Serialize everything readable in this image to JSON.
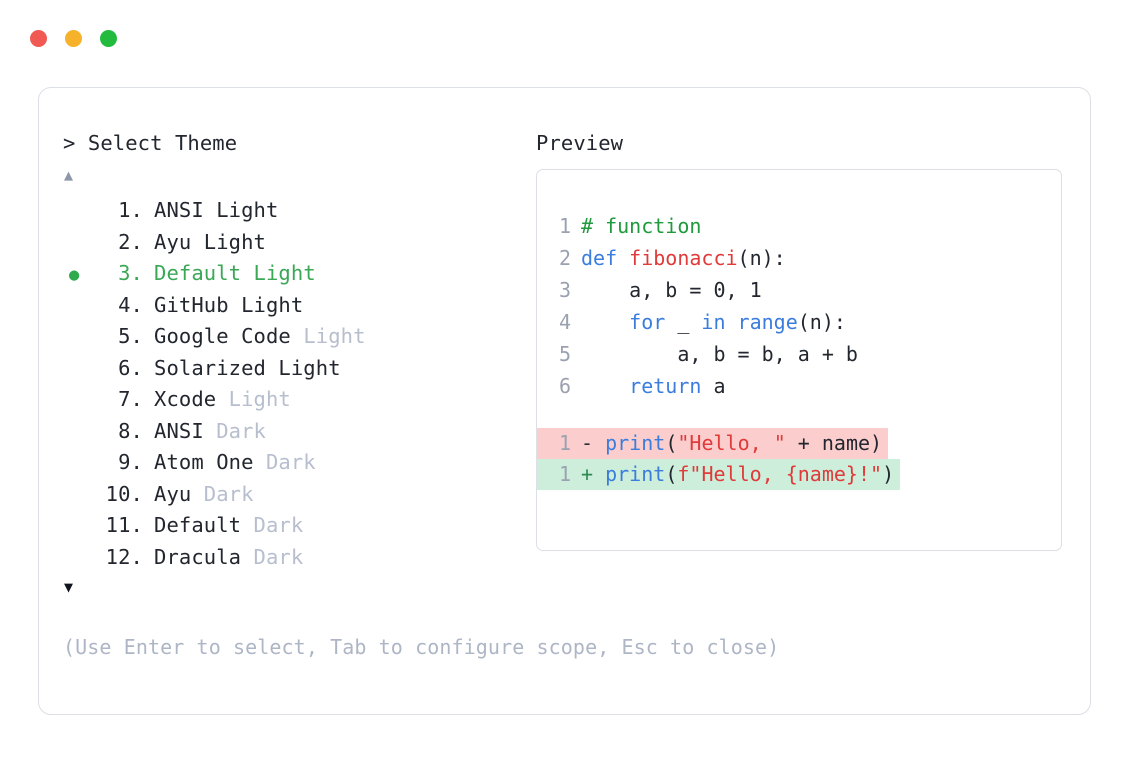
{
  "window": {
    "dots": [
      {
        "name": "close-button",
        "color": "#f05a52"
      },
      {
        "name": "minimize-button",
        "color": "#f5b22a"
      },
      {
        "name": "maximize-button",
        "color": "#22bb3d"
      }
    ]
  },
  "left_pane": {
    "header": "> Select Theme",
    "scroll_up": "▲",
    "scroll_down": "▼",
    "selected_index": 3,
    "bullet": "●",
    "items": [
      {
        "num": "1.",
        "name": "ANSI",
        "suffix": "Light",
        "suffix_dim": false,
        "selected": false
      },
      {
        "num": "2.",
        "name": "Ayu",
        "suffix": "Light",
        "suffix_dim": false,
        "selected": false
      },
      {
        "num": "3.",
        "name": "Default",
        "suffix": "Light",
        "suffix_dim": false,
        "selected": true
      },
      {
        "num": "4.",
        "name": "GitHub",
        "suffix": "Light",
        "suffix_dim": false,
        "selected": false
      },
      {
        "num": "5.",
        "name": "Google Code",
        "suffix": "Light",
        "suffix_dim": true,
        "selected": false
      },
      {
        "num": "6.",
        "name": "Solarized",
        "suffix": "Light",
        "suffix_dim": false,
        "selected": false
      },
      {
        "num": "7.",
        "name": "Xcode",
        "suffix": "Light",
        "suffix_dim": true,
        "selected": false
      },
      {
        "num": "8.",
        "name": "ANSI",
        "suffix": "Dark",
        "suffix_dim": true,
        "selected": false
      },
      {
        "num": "9.",
        "name": "Atom One",
        "suffix": "Dark",
        "suffix_dim": true,
        "selected": false
      },
      {
        "num": "10.",
        "name": "Ayu",
        "suffix": "Dark",
        "suffix_dim": true,
        "selected": false
      },
      {
        "num": "11.",
        "name": "Default",
        "suffix": "Dark",
        "suffix_dim": true,
        "selected": false
      },
      {
        "num": "12.",
        "name": "Dracula",
        "suffix": "Dark",
        "suffix_dim": true,
        "selected": false
      }
    ]
  },
  "right_pane": {
    "header": "Preview",
    "code_lines": [
      {
        "n": "1",
        "tokens": [
          {
            "t": "# function",
            "c": "comment"
          }
        ]
      },
      {
        "n": "2",
        "tokens": [
          {
            "t": "def ",
            "c": "kw"
          },
          {
            "t": "fibonacci",
            "c": "fn"
          },
          {
            "t": "(n):",
            "c": "plain"
          }
        ]
      },
      {
        "n": "3",
        "tokens": [
          {
            "t": "    a, b = 0, 1",
            "c": "plain"
          }
        ]
      },
      {
        "n": "4",
        "tokens": [
          {
            "t": "    ",
            "c": "plain"
          },
          {
            "t": "for",
            "c": "kw"
          },
          {
            "t": " _ ",
            "c": "plain"
          },
          {
            "t": "in range",
            "c": "kw"
          },
          {
            "t": "(n):",
            "c": "plain"
          }
        ]
      },
      {
        "n": "5",
        "tokens": [
          {
            "t": "        a, b = b, a + b",
            "c": "plain"
          }
        ]
      },
      {
        "n": "6",
        "tokens": [
          {
            "t": "    ",
            "c": "plain"
          },
          {
            "t": "return",
            "c": "kw"
          },
          {
            "t": " a",
            "c": "plain"
          }
        ]
      }
    ],
    "diff_lines": [
      {
        "n": "1",
        "kind": "del",
        "marker": "-",
        "tokens": [
          {
            "t": "print",
            "c": "kw"
          },
          {
            "t": "(",
            "c": "plain"
          },
          {
            "t": "\"Hello, \"",
            "c": "str"
          },
          {
            "t": " + name)",
            "c": "plain"
          }
        ]
      },
      {
        "n": "1",
        "kind": "add",
        "marker": "+",
        "tokens": [
          {
            "t": "print",
            "c": "kw"
          },
          {
            "t": "(",
            "c": "plain"
          },
          {
            "t": "f\"Hello, {name}!\"",
            "c": "str"
          },
          {
            "t": ")",
            "c": "plain"
          }
        ]
      }
    ]
  },
  "footer": {
    "hint": "(Use Enter to select, Tab to configure scope, Esc to close)"
  }
}
